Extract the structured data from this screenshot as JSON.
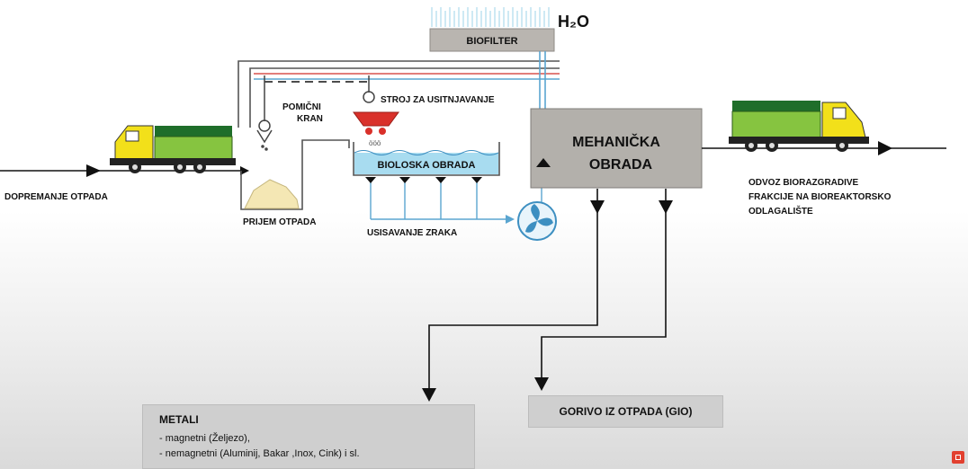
{
  "labels": {
    "h2o": "H₂O",
    "biofilter": "BIOFILTER",
    "pomicni_kran": [
      "POMIČNI",
      "KRAN"
    ],
    "stroj": "STROJ ZA USITNJAVANJE",
    "bioloska": "BIOLOSKA OBRADA",
    "mehanicka": [
      "MEHANIČKA",
      "OBRADA"
    ],
    "dopremanje": "DOPREMANJE OTPADA",
    "prijem": "PRIJEM OTPADA",
    "usisavanje": "USISAVANJE ZRAKA",
    "odvoz": [
      "ODVOZ BIORAZGRADIVE",
      "FRAKCIJE NA BIOREAKTORSKO",
      "ODLAGALIŠTE"
    ]
  },
  "metali": {
    "title": "METALI",
    "lines": [
      "- magnetni (Željezo),",
      "- nemagnetni (Aluminij, Bakar ,Inox, Cink) i sl."
    ]
  },
  "gio": "GORIVO IZ OTPADA (GIO)",
  "colors": {
    "truck_cargo": "#86c440",
    "truck_cargo_top": "#1f6e2a",
    "truck_cab": "#f2e01a",
    "bio_tank": "#a8dcf0",
    "mech_box": "#b3b0ab",
    "sand": "#f4e7b4",
    "fan": "#3d8fc1",
    "crusher": "#d9302a"
  }
}
